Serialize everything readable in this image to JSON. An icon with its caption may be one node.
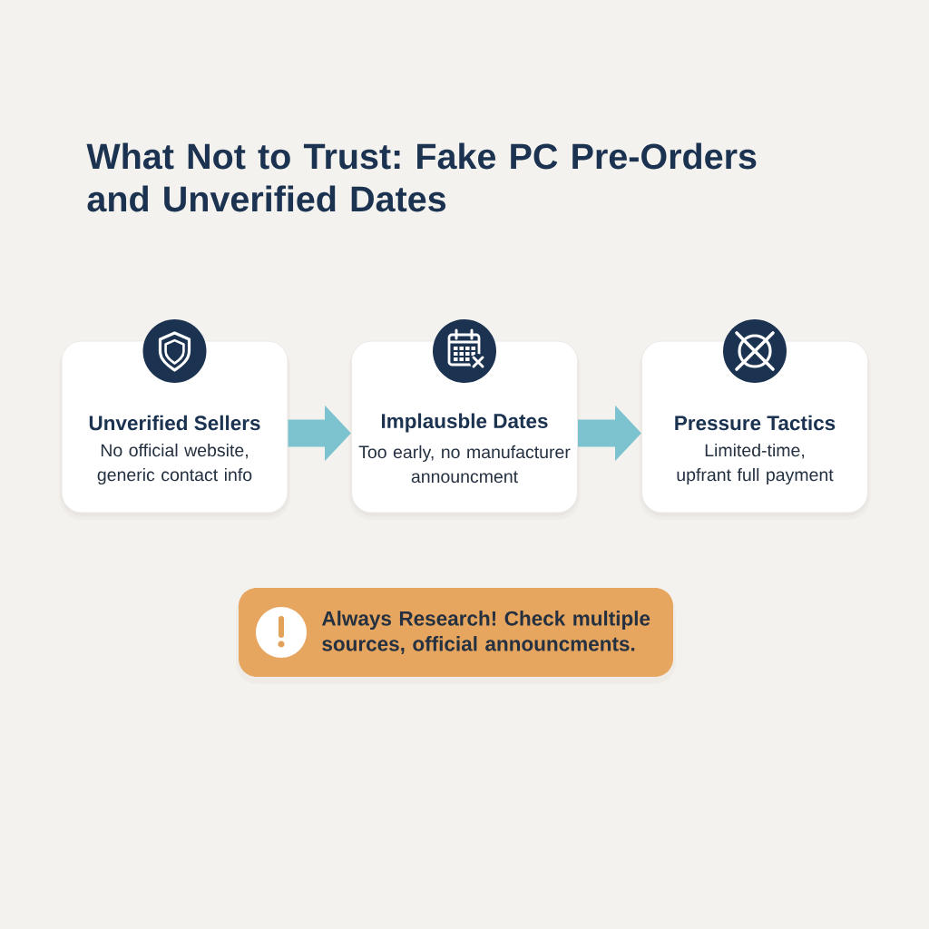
{
  "diagram": {
    "title": "What Not to Trust: Fake PC Pre-Orders and Unverified Dates",
    "nodes": [
      {
        "text": [
          "Unverified Sellers",
          "No official website, generic contact info"
        ]
      },
      {
        "text": [
          "Implausble Dates",
          "Too early, no manufacturer announcment"
        ]
      },
      {
        "text": [
          "Pressure Tactics",
          "Limited-time, upfrant full payment"
        ]
      },
      {
        "text": [
          "Always Research! Check multiple sources, official announcments."
        ]
      }
    ],
    "edges": [
      {
        "from": 0,
        "to": 1,
        "arrow": "to"
      },
      {
        "from": 1,
        "to": 2,
        "arrow": "to"
      }
    ]
  }
}
